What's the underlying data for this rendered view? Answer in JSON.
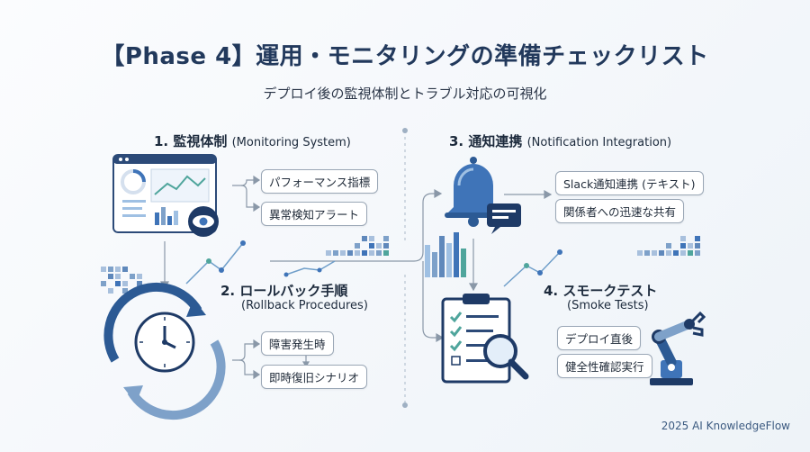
{
  "title": "【Phase 4】運用・モニタリングの準備チェックリスト",
  "subtitle": "デプロイ後の監視体制とトラブル対応の可視化",
  "sections": [
    {
      "title": "1. 監視体制",
      "title_en": "(Monitoring System)",
      "items": [
        "パフォーマンス指標",
        "異常検知アラート"
      ]
    },
    {
      "title": "2. ロールバック手順",
      "title_en": "(Rollback Procedures)",
      "items": [
        "障害発生時",
        "即時復旧シナリオ"
      ]
    },
    {
      "title": "3. 通知連携",
      "title_en": "(Notification Integration)",
      "items": [
        "Slack通知連携 (テキスト)",
        "関係者への迅速な共有"
      ]
    },
    {
      "title": "4. スモークテスト",
      "title_en": "(Smoke Tests)",
      "items": [
        "デプロイ直後",
        "健全性確認実行"
      ]
    }
  ],
  "footer": "2025 AI KnowledgeFlow",
  "colors": {
    "navy": "#1e3a66",
    "blue": "#3f74b8",
    "light_blue": "#9fc0e3",
    "teal": "#4fa59c",
    "bg": "#f4f7fb"
  }
}
